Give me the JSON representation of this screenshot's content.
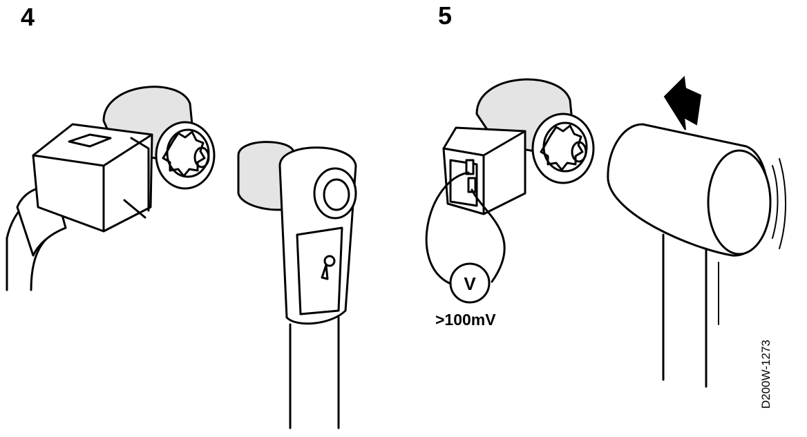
{
  "steps": [
    {
      "number": "4"
    },
    {
      "number": "5"
    }
  ],
  "voltmeter": {
    "symbol": "V",
    "reading": ">100mV"
  },
  "figure_code": "D200W-1273",
  "icons": [
    "connector-icon",
    "sensor-icon",
    "socket-wrench-icon",
    "voltmeter-icon",
    "hammer-icon",
    "strike-arrow-icon"
  ]
}
